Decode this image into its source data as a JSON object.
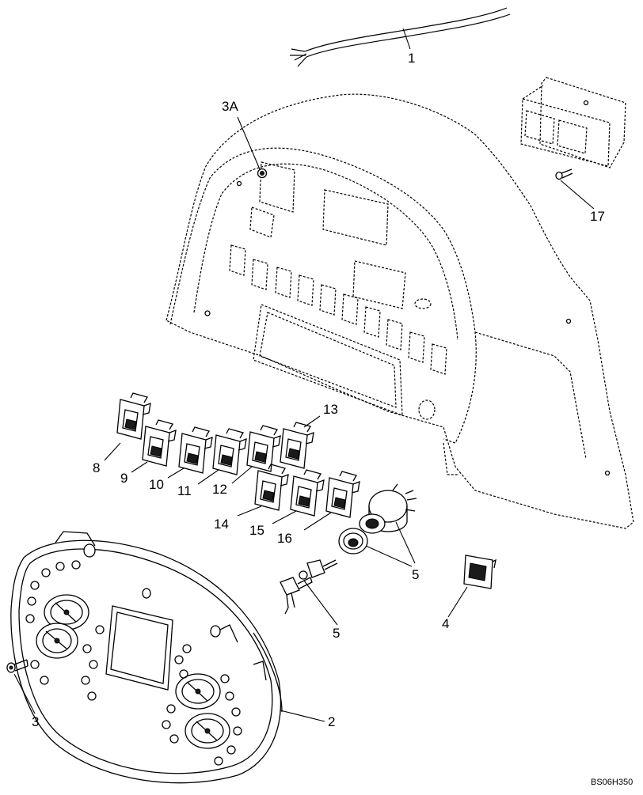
{
  "diagram": {
    "callouts": {
      "c1": "1",
      "c2": "2",
      "c3": "3",
      "c3a": "3A",
      "c4": "4",
      "c5a": "5",
      "c5b": "5",
      "c8": "8",
      "c9": "9",
      "c10": "10",
      "c11": "11",
      "c12": "12",
      "c13": "13",
      "c14": "14",
      "c15": "15",
      "c16": "16",
      "c17": "17"
    },
    "drawing_code": "BS06H350"
  }
}
